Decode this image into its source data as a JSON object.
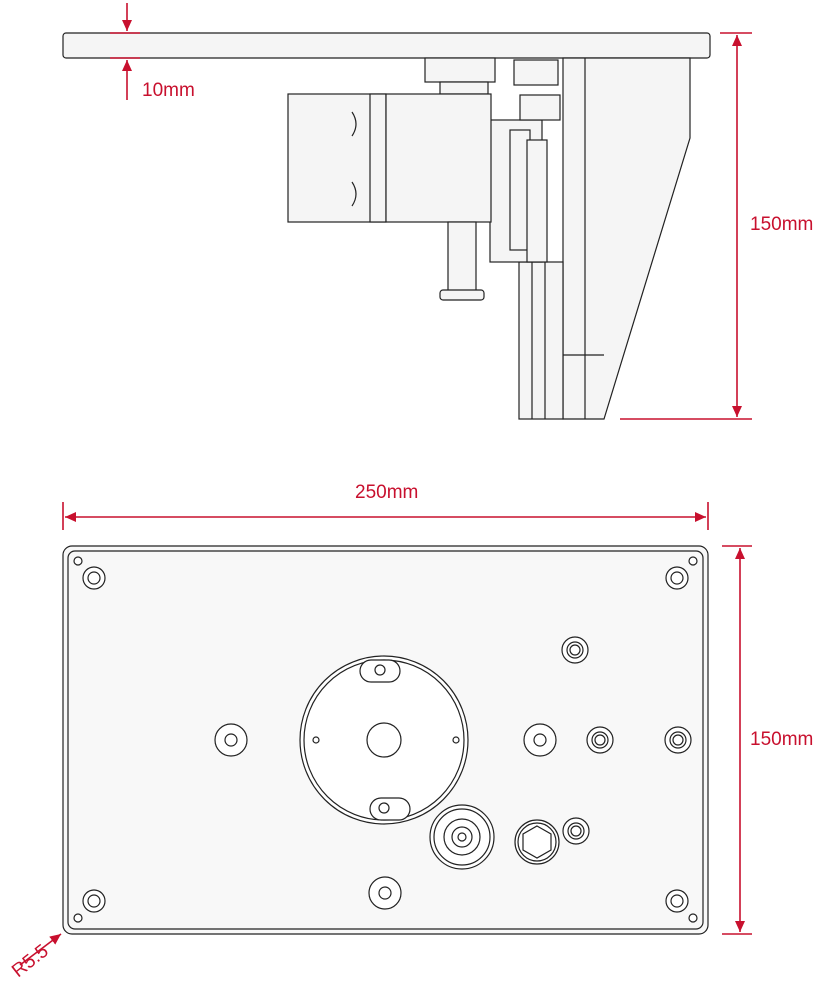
{
  "colors": {
    "dimension": "#c8102e",
    "outline": "#222222",
    "fill": "#f5f5f5",
    "background": "#ffffff"
  },
  "side_view": {
    "plate_thickness_label": "10mm",
    "height_label": "150mm"
  },
  "top_view": {
    "width_label": "250mm",
    "height_label": "150mm",
    "corner_radius_label": "R5.5"
  }
}
